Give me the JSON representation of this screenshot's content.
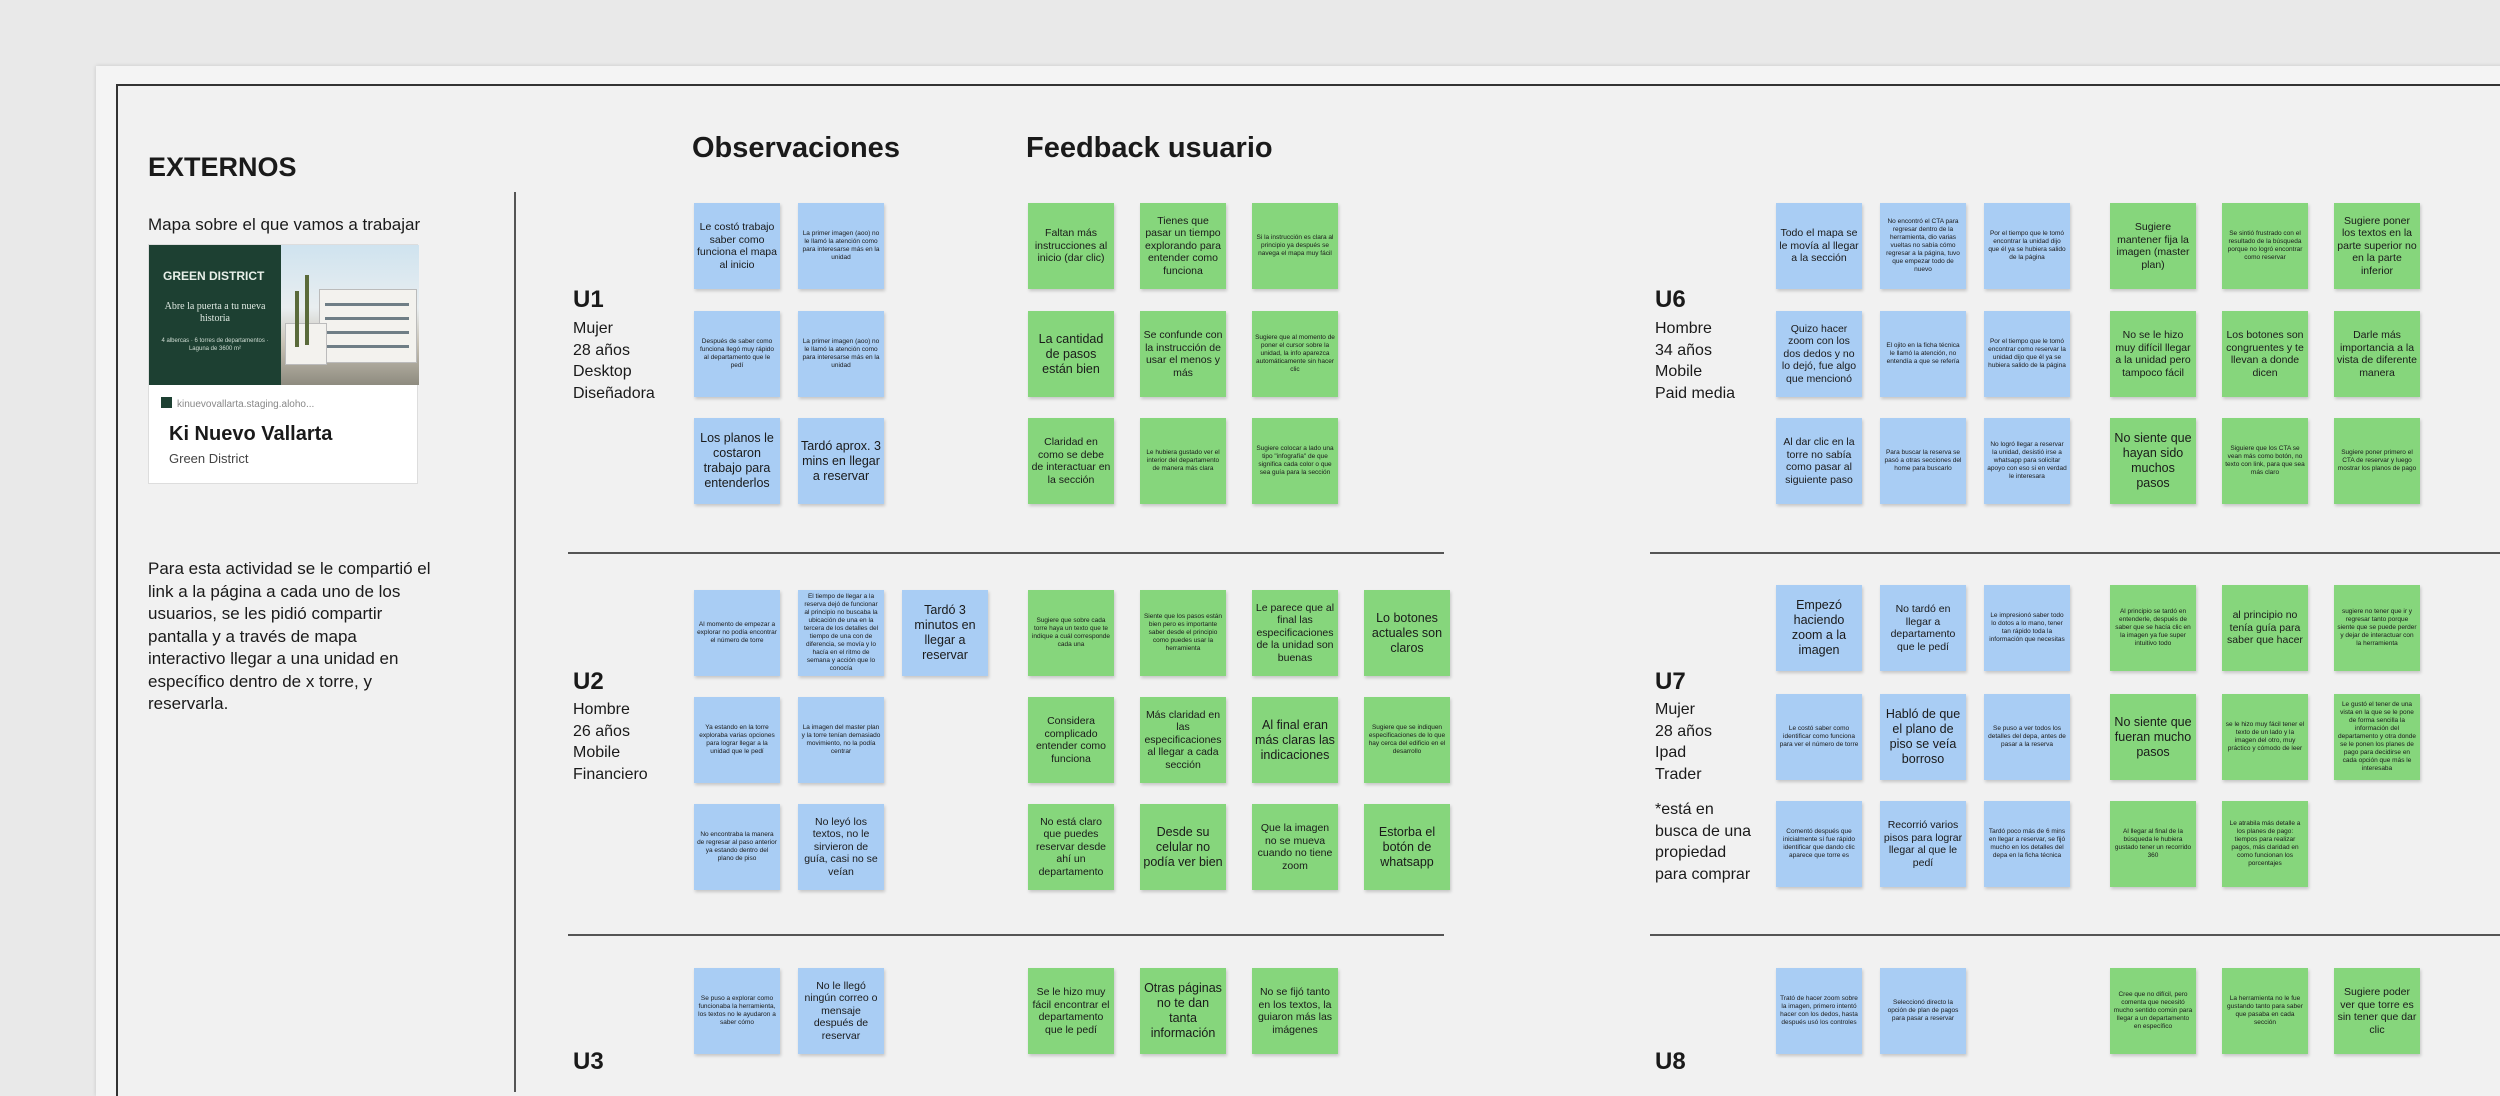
{
  "left": {
    "title": "EXTERNOS",
    "map_label": "Mapa sobre el que vamos a trabajar",
    "card": {
      "logo": "GREEN DISTRICT",
      "tagline": "Abre la puerta a tu nueva historia",
      "sub": "4 albercas · 6 torres de departamentos · Laguna de 3600 m²",
      "url": "kinuevovallarta.staging.aloho...",
      "title": "Ki Nuevo Vallarta",
      "subtitle": "Green District"
    },
    "description": "Para esta actividad se le compartió el link a la página a cada uno de los usuarios, se les pidió compartir pantalla y a través de mapa interactivo llegar a una unidad en específico dentro de x torre, y reservarla."
  },
  "headers": {
    "observaciones": "Observaciones",
    "feedback": "Feedback usuario"
  },
  "users": {
    "u1": {
      "label": "U1",
      "line1": "Mujer",
      "line2": "28 años",
      "line3": "Desktop",
      "line4": "Diseñadora"
    },
    "u2": {
      "label": "U2",
      "line1": "Hombre",
      "line2": "26 años",
      "line3": "Mobile",
      "line4": "Financiero"
    },
    "u3": {
      "label": "U3"
    },
    "u6": {
      "label": "U6",
      "line1": "Hombre",
      "line2": "34 años",
      "line3": "Mobile",
      "line4": "Paid media"
    },
    "u7": {
      "label": "U7",
      "line1": "Mujer",
      "line2": "28 años",
      "line3": "Ipad",
      "line4": "Trader",
      "line5": "*está en busca de una propiedad para comprar"
    },
    "u8": {
      "label": "U8"
    }
  },
  "notes": [
    {
      "text": "Le costó trabajo saber como funciona el mapa al inicio",
      "color": "blue",
      "size": ""
    },
    {
      "text": "La primer imagen (aoo) no le llamó la atención como para interesarse más en la unidad",
      "color": "blue",
      "size": "small"
    },
    {
      "text": "Faltan más instrucciones al inicio (dar clic)",
      "color": "green",
      "size": ""
    },
    {
      "text": "Tienes que pasar un tiempo explorando para entender como funciona",
      "color": "green",
      "size": ""
    },
    {
      "text": "Si la instrucción es clara al principio ya después se navega el mapa muy fácil",
      "color": "green",
      "size": "small"
    },
    {
      "text": "Después de saber como funciona llegó muy rápido al departamento que le pedí",
      "color": "blue",
      "size": "small"
    },
    {
      "text": "La primer imagen (aoo) no le llamó la atención como para interesarse más en la unidad",
      "color": "blue",
      "size": "small"
    },
    {
      "text": "La cantidad de pasos están bien",
      "color": "green",
      "size": "big"
    },
    {
      "text": "Se confunde con la instrucción de usar el menos y más",
      "color": "green",
      "size": ""
    },
    {
      "text": "Sugiere que al momento de poner el cursor sobre la unidad, la info aparezca automáticamente sin hacer clic",
      "color": "green",
      "size": "small"
    },
    {
      "text": "Los planos le costaron trabajo para entenderlos",
      "color": "blue",
      "size": "big"
    },
    {
      "text": "Tardó aprox. 3 mins en llegar a reservar",
      "color": "blue",
      "size": "big"
    },
    {
      "text": "Claridad en como se debe de interactuar en la sección",
      "color": "green",
      "size": ""
    },
    {
      "text": "Le hubiera gustado ver el interior del departamento de manera más clara",
      "color": "green",
      "size": "small"
    },
    {
      "text": "Sugiere colocar a lado una tipo \"infografía\" de que significa cada color o que sea guía para la sección",
      "color": "green",
      "size": "small"
    },
    {
      "text": "Al momento de empezar a explorar no podía encontrar el número de torre",
      "color": "blue",
      "size": "small"
    },
    {
      "text": "El tiempo de llegar a la reserva dejó de funcionar al principio no buscaba la ubicación de una en la tercera de los detalles del tiempo de una con de diferencia, se movía y lo hacía en el ritmo de semana y acción que lo conocía",
      "color": "blue",
      "size": "small"
    },
    {
      "text": "Tardó 3 minutos en llegar a reservar",
      "color": "blue",
      "size": "big"
    },
    {
      "text": "Sugiere que sobre cada torre haya un texto que te indique a cuál corresponde cada una",
      "color": "green",
      "size": "small"
    },
    {
      "text": "Siente que los pasos están bien pero es importante saber desde el principio como puedes usar la herramienta",
      "color": "green",
      "size": "small"
    },
    {
      "text": "Le parece que al final las especificaciones de la unidad son buenas",
      "color": "green",
      "size": ""
    },
    {
      "text": "Lo botones actuales son claros",
      "color": "green",
      "size": "big"
    },
    {
      "text": "Ya estando en la torre exploraba varias opciones para lograr llegar a la unidad que le pedí",
      "color": "blue",
      "size": "small"
    },
    {
      "text": "La imagen del master plan y la torre tenían demasiado movimiento, no la podía centrar",
      "color": "blue",
      "size": "small"
    },
    {
      "text": "Considera complicado entender como funciona",
      "color": "green",
      "size": ""
    },
    {
      "text": "Más claridad en las especificaciones al llegar a cada sección",
      "color": "green",
      "size": ""
    },
    {
      "text": "Al final eran más claras las indicaciones",
      "color": "green",
      "size": "big"
    },
    {
      "text": "Sugiere que se indiquen especificaciones de lo que hay cerca del edificio en el desarrollo",
      "color": "green",
      "size": "small"
    },
    {
      "text": "No encontraba la manera de regresar al paso anterior ya estando dentro del plano de piso",
      "color": "blue",
      "size": "small"
    },
    {
      "text": "No leyó los textos, no le sirvieron de guía, casi no se veían",
      "color": "blue",
      "size": ""
    },
    {
      "text": "No está claro que puedes reservar desde ahí un departamento",
      "color": "green",
      "size": ""
    },
    {
      "text": "Desde su celular no podía ver bien",
      "color": "green",
      "size": "big"
    },
    {
      "text": "Que la imagen no se mueva cuando no tiene zoom",
      "color": "green",
      "size": ""
    },
    {
      "text": "Estorba el botón de whatsapp",
      "color": "green",
      "size": "big"
    },
    {
      "text": "Se puso a explorar como funcionaba la herramienta, los textos no le ayudaron a saber cómo",
      "color": "blue",
      "size": "small"
    },
    {
      "text": "No le llegó ningún correo o mensaje después de reservar",
      "color": "blue",
      "size": ""
    },
    {
      "text": "Se le hizo muy fácil encontrar el departamento que le pedí",
      "color": "green",
      "size": ""
    },
    {
      "text": "Otras páginas no te dan tanta información",
      "color": "green",
      "size": "big"
    },
    {
      "text": "No se fijó tanto en los textos, la guiaron más las imágenes",
      "color": "green",
      "size": ""
    },
    {
      "text": "Todo el mapa se le movía al llegar a la sección",
      "color": "blue",
      "size": ""
    },
    {
      "text": "No encontró el CTA para regresar dentro de la herramienta, dio varias vueltas no sabía cómo regresar a la página, tuvo que empezar todo de nuevo",
      "color": "blue",
      "size": "small"
    },
    {
      "text": "Por el tiempo que le tomó encontrar la unidad dijo que él ya se hubiera salido de la página",
      "color": "blue",
      "size": "small"
    },
    {
      "text": "Sugiere mantener fija la imagen (master plan)",
      "color": "green",
      "size": ""
    },
    {
      "text": "Se sintió frustrado con el resultado de la búsqueda porque no logró encontrar como reservar",
      "color": "green",
      "size": "small"
    },
    {
      "text": "Sugiere poner los textos en la parte superior no en la parte inferior",
      "color": "green",
      "size": ""
    },
    {
      "text": "Quizo hacer zoom con los dos dedos y no lo dejó, fue algo que mencionó",
      "color": "blue",
      "size": ""
    },
    {
      "text": "El ojito en la ficha técnica le llamó la atención, no entendía a que se refería",
      "color": "blue",
      "size": "small"
    },
    {
      "text": "Por el tiempo que le tomó encontrar como reservar la unidad dijo que él ya se hubiera salido de la página",
      "color": "blue",
      "size": "small"
    },
    {
      "text": "No se le hizo muy difícil llegar a la unidad pero tampoco fácil",
      "color": "green",
      "size": ""
    },
    {
      "text": "Los botones son congruentes y te llevan a donde dicen",
      "color": "green",
      "size": ""
    },
    {
      "text": "Darle más importancia a la vista de diferente manera",
      "color": "green",
      "size": ""
    },
    {
      "text": "Al dar clic en la torre no sabía como pasar al siguiente paso",
      "color": "blue",
      "size": ""
    },
    {
      "text": "Para buscar la reserva se pasó a otras secciones del home para buscarlo",
      "color": "blue",
      "size": "small"
    },
    {
      "text": "No logró llegar a reservar la unidad, desistió irse a whatsapp para solicitar apoyo con eso si en verdad le interesara",
      "color": "blue",
      "size": "small"
    },
    {
      "text": "No siente que hayan sido muchos pasos",
      "color": "green",
      "size": "big"
    },
    {
      "text": "Siguiere que los CTA se vean más como botón, no texto con link, para que sea más claro",
      "color": "green",
      "size": "small"
    },
    {
      "text": "Sugiere poner primero el CTA de reservar y luego mostrar los planos de pago",
      "color": "green",
      "size": "small"
    },
    {
      "text": "Empezó haciendo zoom a la imagen",
      "color": "blue",
      "size": "big"
    },
    {
      "text": "No tardó en llegar a departamento que le pedí",
      "color": "blue",
      "size": ""
    },
    {
      "text": "Le impresionó saber todo lo dotos a lo mano, tener tan rápido toda la información que necesitas",
      "color": "blue",
      "size": "small"
    },
    {
      "text": "Al principio se tardó en entenderle, después de saber que se hacía clic en la imagen ya fue super intuitivo todo",
      "color": "green",
      "size": "small"
    },
    {
      "text": "al principio no tenía guía para saber que hacer",
      "color": "green",
      "size": ""
    },
    {
      "text": "sugiere no tener que ir y regresar tanto porque siente que se puede perder y dejar de interactuar con la herramienta",
      "color": "green",
      "size": "small"
    },
    {
      "text": "Le costó saber como identificar como funciona para ver el número de torre",
      "color": "blue",
      "size": "small"
    },
    {
      "text": "Habló de que el plano de piso se veía borroso",
      "color": "blue",
      "size": "big"
    },
    {
      "text": "Se puso a ver todos los detalles del depa, antes de pasar a la reserva",
      "color": "blue",
      "size": "small"
    },
    {
      "text": "No siente que fueran mucho pasos",
      "color": "green",
      "size": "big"
    },
    {
      "text": "se le hizo muy fácil tener el texto de un lado y la imagen del otro, muy práctico y cómodo de leer",
      "color": "green",
      "size": "small"
    },
    {
      "text": "Le gustó el tener de una vista en la que se le pone de forma sencilla la información del departamento y otra donde se le ponen los planes de pago para decidirse en cada opción que más le interesaba",
      "color": "green",
      "size": "small"
    },
    {
      "text": "Comentó después que inicialmente sí fue rápido identificar que dando clic aparece que torre es",
      "color": "blue",
      "size": "small"
    },
    {
      "text": "Recorrió varios pisos para lograr llegar al que le pedí",
      "color": "blue",
      "size": ""
    },
    {
      "text": "Tardó poco más de 6 mins en llegar a reservar, se fijó mucho en los detalles del depa en la ficha técnica",
      "color": "blue",
      "size": "small"
    },
    {
      "text": "Al llegar al final de la búsqueda le hubiera gustado tener un recorrido 360",
      "color": "green",
      "size": "small"
    },
    {
      "text": "Le atrabila más detalle a los planes de pago: tiempos para realizar pagos, más claridad en como funcionan los porcentajes",
      "color": "green",
      "size": "small"
    },
    {
      "text": "Trató de hacer zoom sobre la imagen, primero intentó hacer con los dedos, hasta después usó los controles",
      "color": "blue",
      "size": "small"
    },
    {
      "text": "Seleccionó directo la opción de plan de pagos para pasar a reservar",
      "color": "blue",
      "size": "small"
    },
    {
      "text": "Cree que no difícil, pero comenta que necesitó mucho sentido común para llegar a un departamento en específico",
      "color": "green",
      "size": "small"
    },
    {
      "text": "La herramienta no le fue gustando tanto para saber que pasaba en cada sección",
      "color": "green",
      "size": "small"
    },
    {
      "text": "Sugiere poder ver que torre es sin tener que dar clic",
      "color": "green",
      "size": ""
    }
  ]
}
